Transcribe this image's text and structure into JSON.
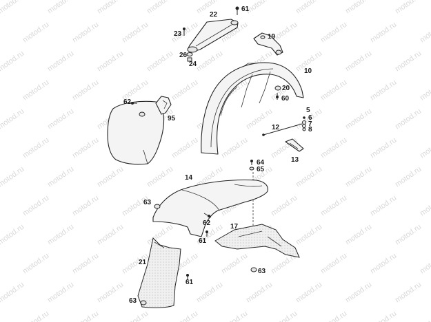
{
  "watermark": "motod.ru",
  "labels": {
    "p22": "22",
    "p61a": "61",
    "p23": "23",
    "p19": "19",
    "p26": "26",
    "p24": "24",
    "p10": "10",
    "p20": "20",
    "p60": "60",
    "p62a": "62",
    "p95": "95",
    "p5": "5",
    "p6": "6",
    "p7": "7",
    "p8": "8",
    "p12": "12",
    "p13": "13",
    "p64": "64",
    "p65": "65",
    "p14": "14",
    "p63a": "63",
    "p62b": "62",
    "p61b": "61",
    "p17": "17",
    "p21": "21",
    "p63b": "63",
    "p61c": "61",
    "p63c": "63"
  }
}
